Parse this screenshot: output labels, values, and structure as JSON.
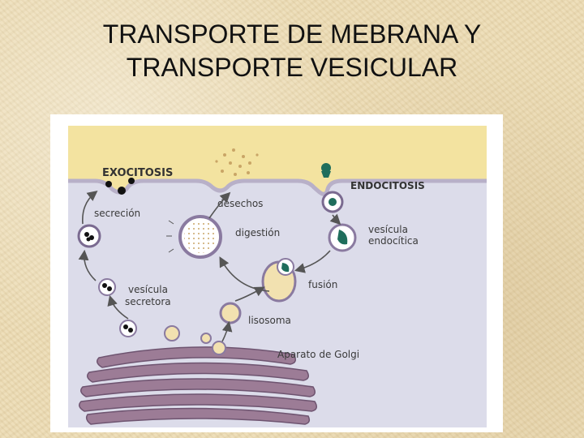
{
  "title": {
    "line1": "TRANSPORTE DE MEBRANA Y",
    "line2": "TRANSPORTE VESICULAR"
  },
  "diagram": {
    "labels": {
      "exocitosis": "EXOCITOSIS",
      "endocitosis": "ENDOCITOSIS",
      "secrecion": "secreción",
      "desechos": "desechos",
      "digestion": "digestión",
      "vesicula_endocitica": [
        "vesícula",
        "endocítica"
      ],
      "fusion": "fusión",
      "vesicula_secretora": [
        "vesícula",
        "secretora"
      ],
      "lisosoma": "lisosoma",
      "golgi": "Aparato de Golgi"
    },
    "colors": {
      "membrane": "#f3e3a0",
      "cytoplasm": "#dcdcea",
      "lysosome": "#f2e1b0",
      "particle": "#1f6e5c",
      "golgi": "#9c7c96",
      "arrow": "#555555"
    }
  }
}
